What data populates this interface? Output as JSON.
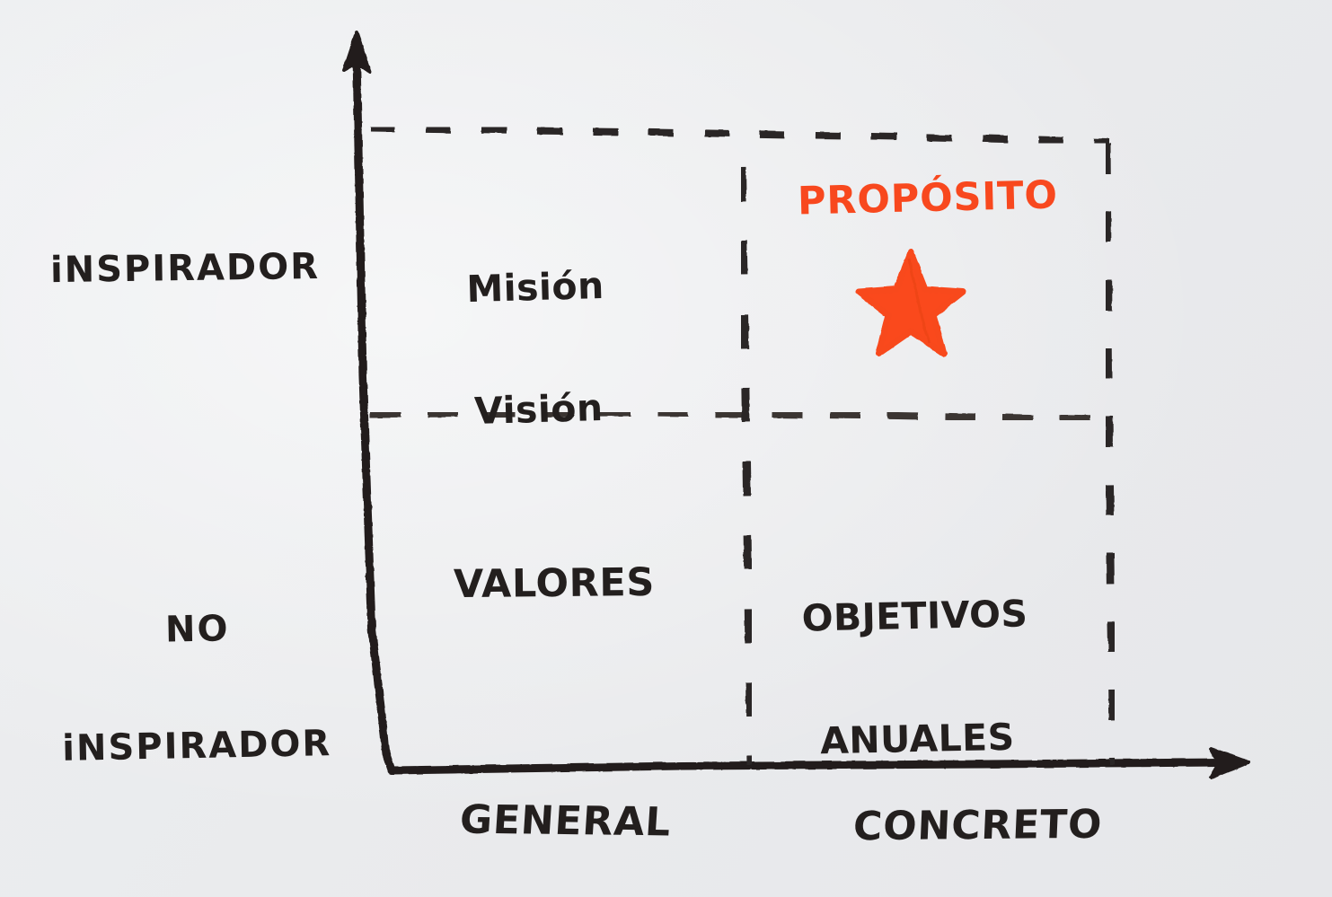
{
  "diagram": {
    "title": "Matriz Propósito / Misión-Visión / Valores / Objetivos",
    "type": "hand-drawn 2x2 matrix",
    "background_color": "#edeef0",
    "ink_color": "#231f1e",
    "accent_color": "#f8481e"
  },
  "axes": {
    "y": {
      "orientation": "vertical",
      "arrow_direction": "up",
      "high_label": "iNSPIRADOR",
      "low_label_line1": "NO",
      "low_label_line2": "iNSPIRADOR"
    },
    "x": {
      "orientation": "horizontal",
      "arrow_direction": "right",
      "low_label": "GENERAL",
      "high_label": "CONCRETO"
    }
  },
  "quadrants": [
    {
      "id": "top-left",
      "line1": "Misión",
      "line2": "Visión",
      "color": "#231f1e",
      "highlighted": false
    },
    {
      "id": "top-right",
      "line1": "PROPÓSITO",
      "line2": "",
      "color": "#f8481e",
      "highlighted": true,
      "marker": "star-icon"
    },
    {
      "id": "bottom-left",
      "line1": "VALORES",
      "line2": "",
      "color": "#231f1e",
      "highlighted": false
    },
    {
      "id": "bottom-right",
      "line1": "OBJETIVOS",
      "line2": "ANUALES",
      "color": "#231f1e",
      "highlighted": false
    }
  ],
  "labels": {
    "inspirador": "iNSPIRADOR",
    "no": "NO",
    "no_inspirador": "iNSPIRADOR",
    "general": "GENERAL",
    "concreto": "CONCRETO",
    "mision": "Misión",
    "vision": "Visión",
    "proposito": "PROPÓSITO",
    "valores": "VALORES",
    "objetivos": "OBJETIVOS",
    "anuales": "ANUALES"
  }
}
